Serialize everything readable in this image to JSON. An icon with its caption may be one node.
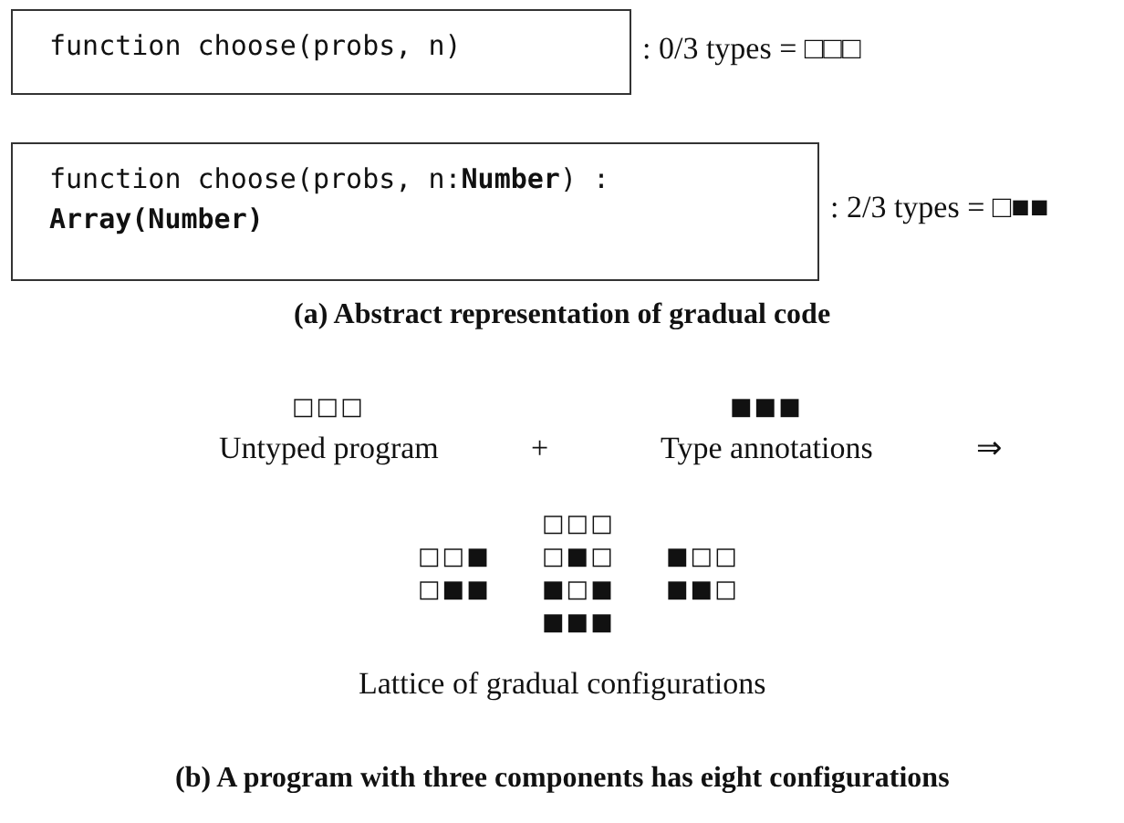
{
  "diagram": {
    "nodes": [
      {
        "text": [
          "function choose(probs, n)"
        ],
        "beside": [
          ": 0/3 types = □□□"
        ]
      },
      {
        "text": [
          "function choose(probs, n:**Number**) : **Array(Number)**"
        ],
        "beside": [
          ": 2/3 types = □■■"
        ]
      }
    ],
    "labels": [
      "(a) Abstract representation of gradual code",
      "□□□",
      "■■■",
      "Untyped program",
      "+",
      "Type annotations",
      "⇒",
      "□□□",
      "□□■",
      "□■□",
      "■□□",
      "□■■",
      "■□■",
      "■■□",
      "■■■",
      "Lattice of gradual configurations",
      "(b) A program with three components has eight configurations"
    ]
  }
}
